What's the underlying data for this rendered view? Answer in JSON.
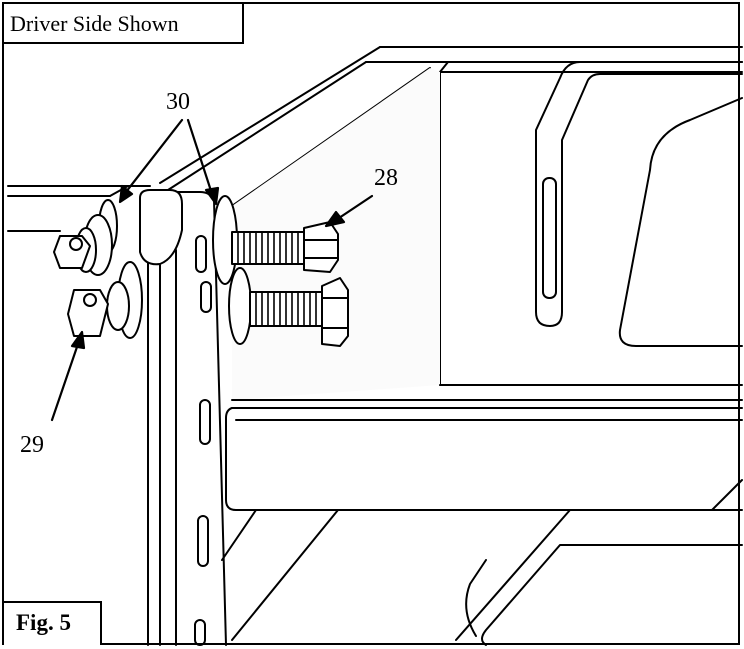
{
  "caption": "Driver Side Shown",
  "figure_label": "Fig. 5",
  "callouts": {
    "c30": "30",
    "c28": "28",
    "c29": "29"
  },
  "colors": {
    "line": "#000000",
    "background": "#ffffff",
    "shade": "#f4f4f4"
  }
}
